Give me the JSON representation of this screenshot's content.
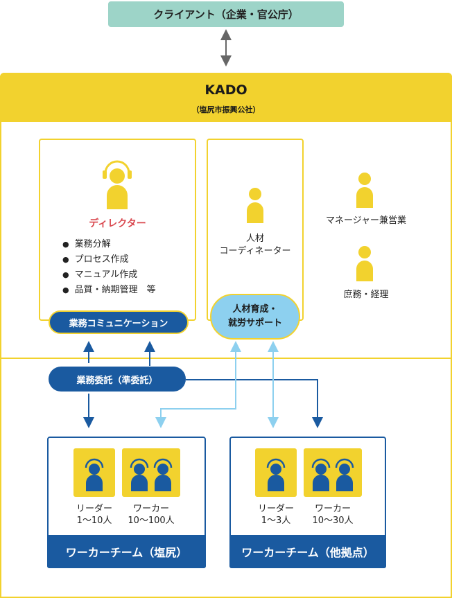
{
  "client": {
    "label": "クライアント（企業・官公庁）"
  },
  "kado": {
    "title": "KADO",
    "subtitle": "（塩尻市振興公社）"
  },
  "director": {
    "title": "ディレクター",
    "tasks": [
      "業務分解",
      "プロセス作成",
      "マニュアル作成",
      "品質・納期管理　等"
    ]
  },
  "hr_coordinator": {
    "line1": "人材",
    "line2": "コーディネーター"
  },
  "manager": {
    "label": "マネージャー兼営業"
  },
  "accounting": {
    "label": "庶務・経理"
  },
  "comm_pill": {
    "label": "業務コミュニケーション"
  },
  "hr_pill": {
    "line1": "人材育成・",
    "line2": "就労サポート"
  },
  "outsourcing_pill": {
    "label": "業務委託（準委託）"
  },
  "team1": {
    "name": "ワーカーチーム（塩尻）",
    "leader_label": "リーダー",
    "leader_count": "1〜10人",
    "worker_label": "ワーカー",
    "worker_count": "10〜100人"
  },
  "team2": {
    "name": "ワーカーチーム（他拠点）",
    "leader_label": "リーダー",
    "leader_count": "1〜3人",
    "worker_label": "ワーカー",
    "worker_count": "10〜30人"
  },
  "colors": {
    "kado_yellow": "#f2d22e",
    "client_teal": "#9dd4c8",
    "dark_blue": "#1a5aa0",
    "light_blue": "#8dd0ef",
    "director_red": "#d9474e",
    "arrow_gray": "#666666"
  },
  "icons": {
    "director": "headset-person-icon",
    "person": "person-icon",
    "worker": "headset-person-icon"
  }
}
